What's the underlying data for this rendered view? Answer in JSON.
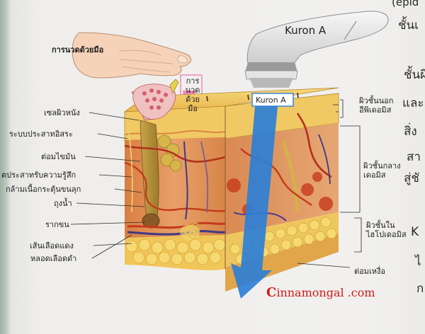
{
  "labels": {
    "massage_hand": "การนวดด้วยมือ",
    "kuron_device": "Kuron A",
    "massage_tag_line1": "การนวด",
    "massage_tag_line2": "ด้วยมือ",
    "kuron_tag": "Kuron A",
    "epidermis_line1": "ผิวชั้นนอก",
    "epidermis_line2": "อีพิเดอมิส",
    "dermis_line1": "ผิวชั้นกลาง",
    "dermis_line2": "เดอมิส",
    "hypodermis_line1": "ผิวชั้นใน",
    "hypodermis_line2": "ไฮโปเดอมิส",
    "sweat_gland": "ต่อมเหงื่อ",
    "skin_cells": "เซลผิวหนัง",
    "autonomic_nerve": "ระบบประสาทอิสระ",
    "sebaceous_gland": "ต่อมไขมัน",
    "sensory_nerve": "ตประสาทรับความรู้สึก",
    "arrector_muscle": "กล้ามเนื้อกระตุ้นขนลุก",
    "bag": "ถุงน้ำ",
    "hair_root": "รากขน",
    "artery": "เส้นเลือดแดง",
    "vein": "หลอดเลือดดำ",
    "watermark": "Cinnamongal .com",
    "watermark_first": "C",
    "watermark_rest": "innamongal .com"
  },
  "book_text": {
    "top_right": "(epid",
    "line_a": "ชั้นเ",
    "line_b": "ชั้นผิ",
    "line_c": "และ",
    "line_d": "สิ่ง",
    "line_e": "สา",
    "line_f": "สู่ชั",
    "line_g": "K",
    "line_h": "ไ",
    "line_i": "ก"
  },
  "colors": {
    "accent_pink": "#ef6fae",
    "kuron_blue": "#2e7fd6",
    "watermark_red": "#d11b1b",
    "skin_dermis": "#e08f55",
    "epidermis_yellow": "#f2cc55"
  }
}
